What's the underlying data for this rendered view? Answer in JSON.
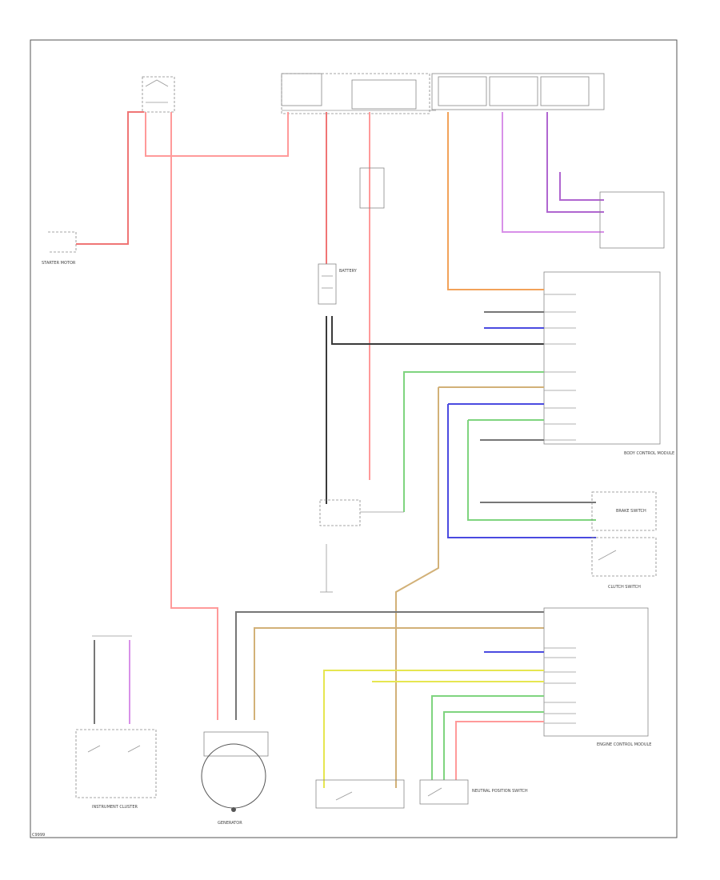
{
  "labels": {
    "battery": "BATTERY",
    "generator": "GENERATOR",
    "instrument_cluster": "INSTRUMENT CLUSTER",
    "neutral_position_switch": "NEUTRAL POSITION SWITCH",
    "brake_switch": "BRAKE SWITCH",
    "clutch_switch": "CLUTCH SWITCH",
    "body_control_module": "BODY CONTROL MODULE",
    "engine_control_module": "ENGINE CONTROL MODULE",
    "starter_motor": "STARTER MOTOR",
    "footer_code": "C9999"
  },
  "colors": {
    "background": "#ffffff",
    "frame": "#555555",
    "wire_red": "#f07575",
    "wire_orange": "#f2a25a",
    "wire_green": "#7fd47f",
    "wire_blue": "#4a4ae0",
    "wire_tan": "#d2b178",
    "wire_yellow": "#e6e650",
    "wire_purple": "#b066d0",
    "wire_dark": "#3a3a3a"
  }
}
